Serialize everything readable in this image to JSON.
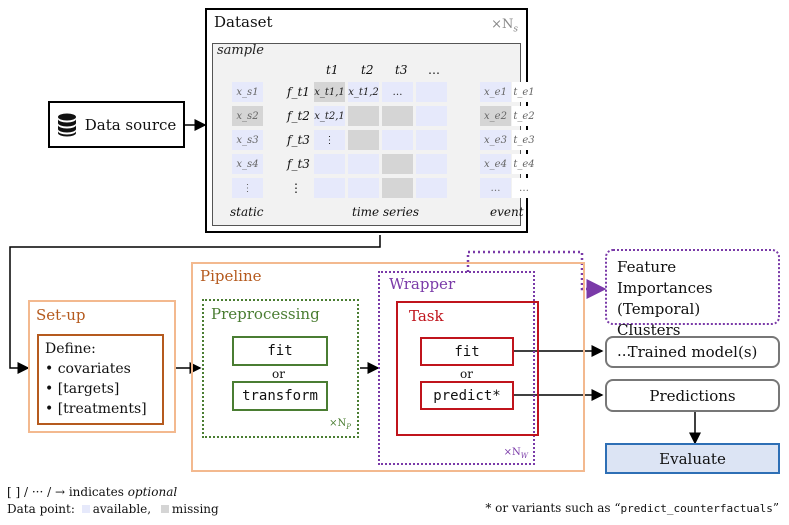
{
  "dataset": {
    "title": "Dataset",
    "multiplier": "×N",
    "multiplier_sub": "s",
    "sample_label": "sample",
    "time_headers": [
      "t1",
      "t2",
      "t3",
      "…"
    ],
    "static_cells": [
      "x_s1",
      "x_s2",
      "x_s3",
      "x_s4",
      "⋮"
    ],
    "feature_labels": [
      "f_t1",
      "f_t2",
      "f_t3",
      "f_t3",
      "⋮"
    ],
    "ts_cells": [
      "x_t1,1",
      "x_t1,2",
      "…",
      "x_t2,1",
      "⋮"
    ],
    "event_cells": [
      "x_e1",
      "x_e2",
      "x_e3",
      "x_e4",
      "…"
    ],
    "event_times": [
      "t_e1",
      "t_e2",
      "t_e3",
      "t_e4",
      "…"
    ],
    "static_label": "static",
    "ts_label": "time series",
    "event_label": "event"
  },
  "data_source": {
    "label": "Data source",
    "icon": "database-icon"
  },
  "setup": {
    "title": "Set-up",
    "define": "Define:",
    "items": [
      "• covariates",
      "• [targets]",
      "• [treatments]"
    ]
  },
  "pipeline": {
    "title": "Pipeline"
  },
  "preprocessing": {
    "title": "Preprocessing",
    "fit": "fit",
    "or": "or",
    "transform": "transform",
    "multiplier": "×N",
    "multiplier_sub": "P"
  },
  "wrapper": {
    "title": "Wrapper",
    "multiplier": "×N",
    "multiplier_sub": "W"
  },
  "task": {
    "title": "Task",
    "fit": "fit",
    "or": "or",
    "predict": "predict*"
  },
  "outputs": {
    "optional": [
      "Feature Importances",
      "(Temporal) Clusters",
      "..."
    ],
    "trained_model": "Trained model(s)",
    "predictions": "Predictions",
    "evaluate": "Evaluate"
  },
  "legend": {
    "line1_prefix": "[ ] / ··· / → indicates ",
    "line1_em": "optional",
    "line2_prefix": "Data point: ",
    "available": "available,",
    "missing": "missing"
  },
  "footnote": {
    "prefix": "* or variants such as “",
    "code": "predict_counterfactuals",
    "suffix": "”"
  },
  "colors": {
    "setup": "#b55a1e",
    "setup_outer": "#f3b98f",
    "pipeline": "#f3b98f",
    "preprocessing": "#4a7d32",
    "wrapper": "#7a3aa8",
    "task": "#c0141c",
    "available": "#e6e9fb",
    "missing": "#d5d5d5",
    "evaluate_fill": "#dce4f4",
    "evaluate_border": "#2e6fb5"
  }
}
